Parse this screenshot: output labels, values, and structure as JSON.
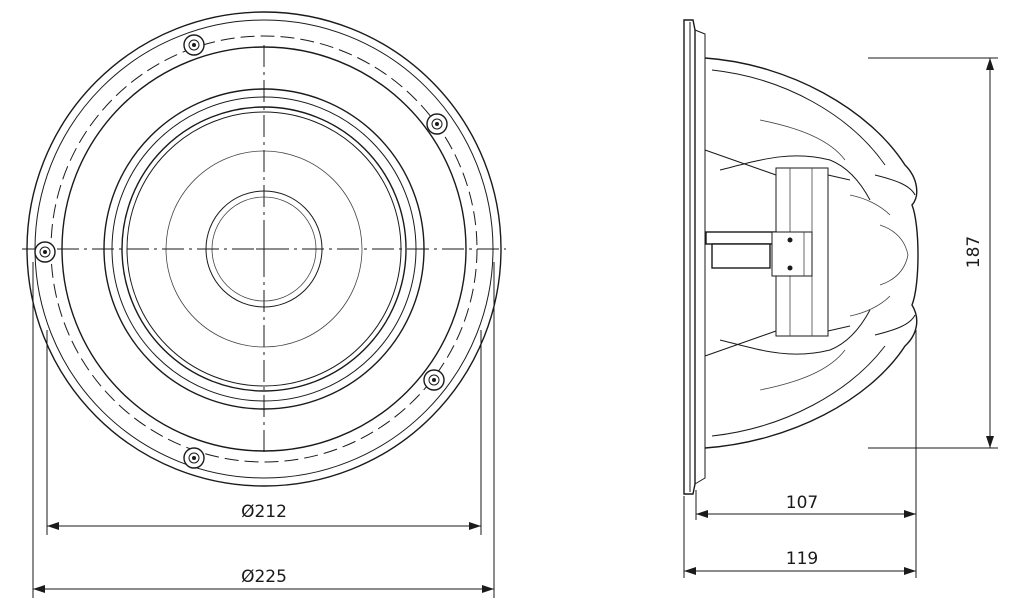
{
  "dimensions": {
    "frame_diameter": "Ø212",
    "outer_diameter": "Ø225",
    "height": "187",
    "depth_without_flange": "107",
    "total_depth": "119"
  }
}
